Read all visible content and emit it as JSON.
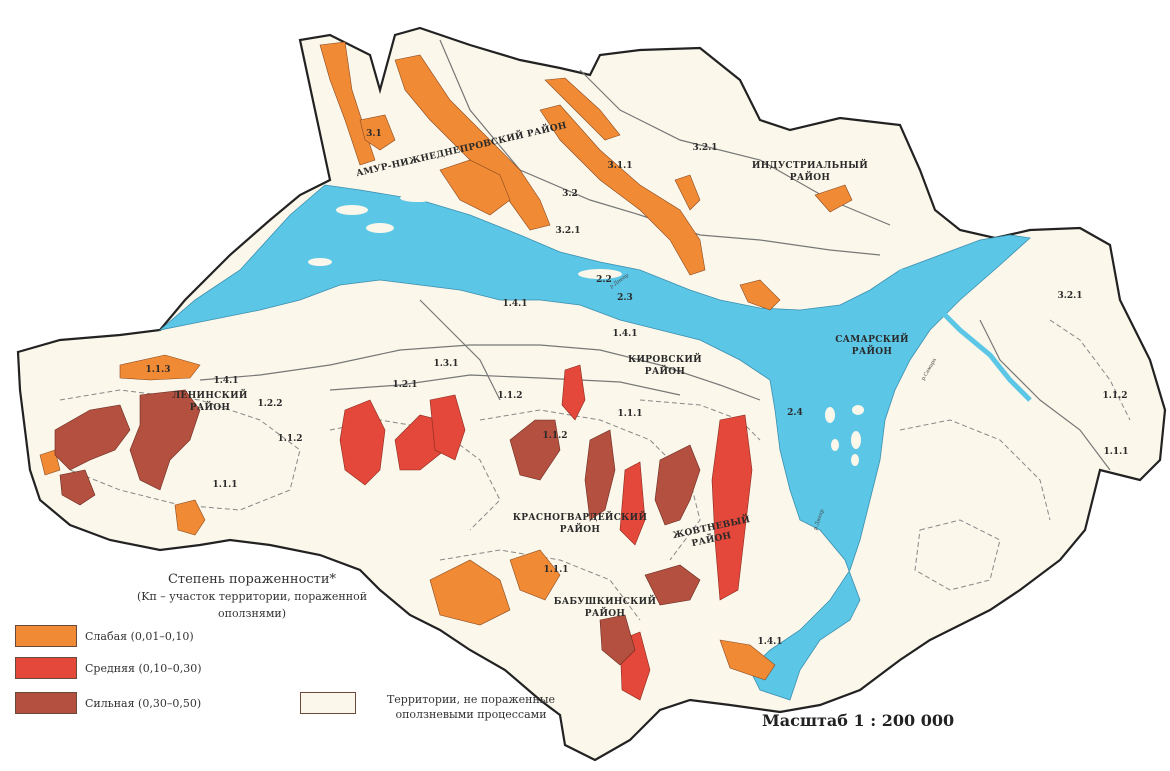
{
  "colors": {
    "water": "#5cc6e6",
    "land": "#fbf7ea",
    "weak": "#f08a35",
    "medium": "#e3483a",
    "strong": "#b4503f",
    "border": "#222222",
    "contour": "#888888"
  },
  "districts": {
    "amur": "АМУР-НИЖНЕДНЕПРОВСКИЙ РАЙОН",
    "industrial_1": "ИНДУСТРИАЛЬНЫЙ",
    "industrial_2": "РАЙОН",
    "samarsky_1": "САМАРСКИЙ",
    "samarsky_2": "РАЙОН",
    "kirovsky_1": "КИРОВСКИЙ",
    "kirovsky_2": "РАЙОН",
    "leninsky_1": "ЛЕНИНСКИЙ",
    "leninsky_2": "РАЙОН",
    "krasnogvardeysky_1": "КРАСНОГВАРДЕЙСКИЙ",
    "krasnogvardeysky_2": "РАЙОН",
    "babushkinsky_1": "БАБУШКИНСКИЙ",
    "babushkinsky_2": "РАЙОН",
    "zhovtnevy_1": "ЖОВТНЕВЫЙ",
    "zhovtnevy_2": "РАЙОН"
  },
  "zones": {
    "z311": "3.1.1",
    "z321a": "3.2.1",
    "z321b": "3.2.1",
    "z321c": "3.2.1",
    "z31": "3.1",
    "z32": "3.2",
    "z22": "2.2",
    "z23": "2.3",
    "z141a": "1.4.1",
    "z141b": "1.4.1",
    "z141c": "1.4.1",
    "z141d": "1.4.1",
    "z131": "1.3.1",
    "z121": "1.2.1",
    "z122": "1.2.2",
    "z112a": "1.1.2",
    "z112b": "1.1.2",
    "z112c": "1.1.2",
    "z112d": "1.1.2",
    "z111a": "1.1.1",
    "z111b": "1.1.1",
    "z111c": "1.1.1",
    "z111d": "1.1.1",
    "z113": "1.1.3",
    "z24": "2.4"
  },
  "river_label": "р.Днепр",
  "samara_label": "р.Самара",
  "legend": {
    "title": "Степень пораженности*",
    "subtitle": "(Kп – участок территории, пораженной оползнями)",
    "items": [
      {
        "label": "Слабая (0,01–0,10)",
        "color": "#f08a35"
      },
      {
        "label": "Средняя (0,10–0,30)",
        "color": "#e3483a"
      },
      {
        "label": "Сильная (0,30–0,50)",
        "color": "#b4503f"
      }
    ],
    "untouched_line1": "Территории, не пораженные",
    "untouched_line2": "оползневыми процессами"
  },
  "scale": "Масштаб 1 : 200 000"
}
